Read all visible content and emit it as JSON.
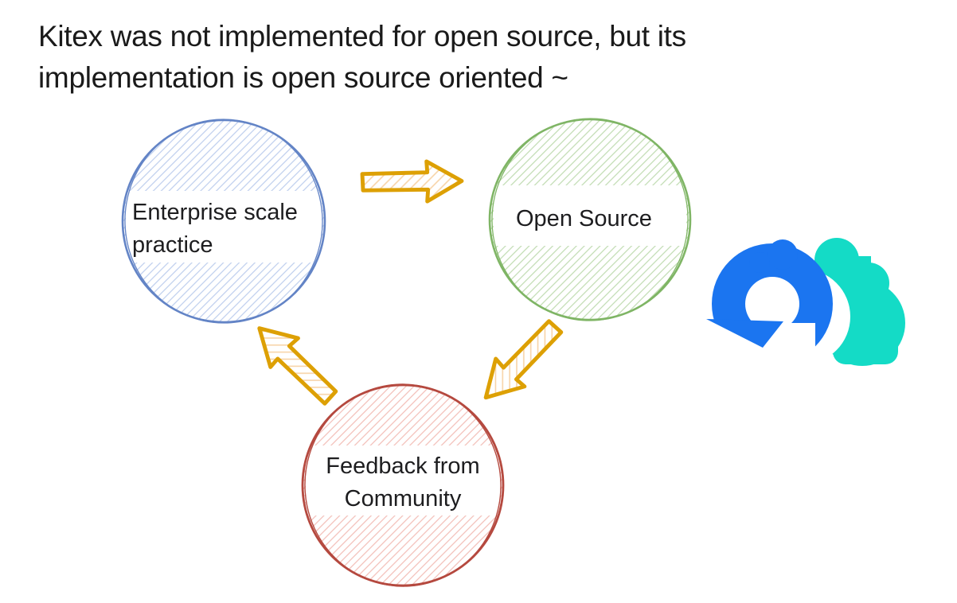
{
  "title": {
    "line1": "Kitex was not implemented for open source, but its",
    "line2": "implementation is open source oriented ~"
  },
  "diagram": {
    "nodes": [
      {
        "id": "enterprise-practice",
        "label": "Enterprise scale practice"
      },
      {
        "id": "open-source",
        "label": "Open Source"
      },
      {
        "id": "community-feedback",
        "label": "Feedback from Community"
      }
    ],
    "arrows": [
      {
        "id": "practice-to-opensource",
        "direction": "right"
      },
      {
        "id": "opensource-to-feedback",
        "direction": "down-left"
      },
      {
        "id": "feedback-to-practice",
        "direction": "up-left"
      }
    ],
    "colors": {
      "enterprise_stroke": "#6384C6",
      "enterprise_hatch": "#BDCDED",
      "opensource_stroke": "#7FB565",
      "opensource_hatch": "#BFDBB0",
      "feedback_stroke": "#B5493F",
      "feedback_hatch": "#F2BDB6",
      "arrow_stroke": "#DDA004",
      "arrow_hatch": "#F7D3A6",
      "label_text": "#1D1D1F",
      "title_text": "#1A1A1A"
    }
  },
  "logo": {
    "icon": "cloudwego-cloud-arrow-logo",
    "blue": "#1B75F0",
    "teal": "#14DBC6"
  }
}
